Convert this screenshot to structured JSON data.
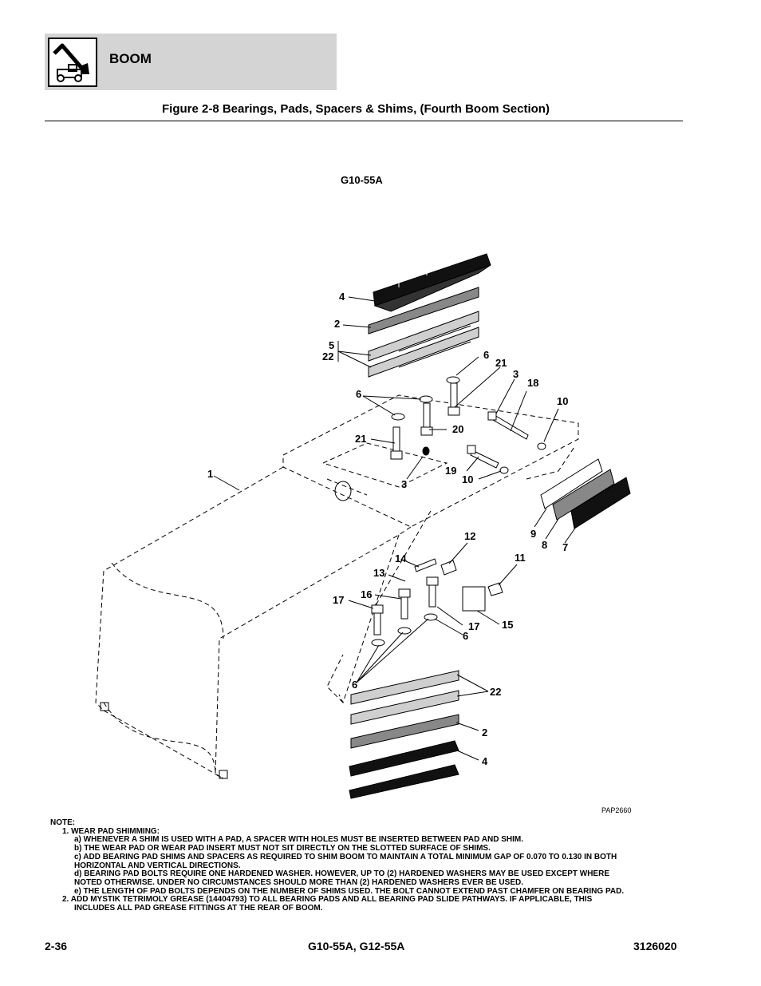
{
  "header": {
    "section_title": "BOOM",
    "logo_icon": "telehandler-boom-icon"
  },
  "figure": {
    "title": "Figure 2-8 Bearings, Pads, Spacers & Shims, (Fourth Boom Section)",
    "model": "G10-55A",
    "drawing_id": "PAP2660",
    "callouts": {
      "c1": "1",
      "c2a": "2",
      "c2b": "2",
      "c3a": "3",
      "c3b": "3",
      "c4a": "4",
      "c4b": "4",
      "c5": "5",
      "c6a": "6",
      "c6b": "6",
      "c6c": "6",
      "c6d": "6",
      "c7": "7",
      "c8": "8",
      "c9": "9",
      "c10a": "10",
      "c10b": "10",
      "c11": "11",
      "c12": "12",
      "c13": "13",
      "c14": "14",
      "c15": "15",
      "c16": "16",
      "c17a": "17",
      "c17b": "17",
      "c18": "18",
      "c19": "19",
      "c20": "20",
      "c21a": "21",
      "c21b": "21",
      "c22a": "22",
      "c22b": "22"
    }
  },
  "notes": {
    "heading": "NOTE:",
    "item1": "1. WEAR PAD SHIMMING:",
    "a": "a) WHENEVER A SHIM IS USED WITH A PAD, A SPACER WITH HOLES MUST BE INSERTED BETWEEN PAD AND SHIM.",
    "b": "b) THE WEAR PAD OR WEAR PAD INSERT MUST NOT SIT DIRECTLY ON THE SLOTTED SURFACE OF SHIMS.",
    "c_line1": "c) ADD BEARING PAD SHIMS AND SPACERS AS REQUIRED TO SHIM BOOM TO MAINTAIN A TOTAL MINIMUM GAP OF 0.070 TO 0.130 IN BOTH",
    "c_line2": "HORIZONTAL AND VERTICAL DIRECTIONS.",
    "d_line1": "d) BEARING PAD BOLTS REQUIRE ONE HARDENED WASHER. HOWEVER, UP TO (2) HARDENED WASHERS MAY BE USED EXCEPT WHERE",
    "d_line2": "NOTED OTHERWISE. UNDER NO CIRCUMSTANCES SHOULD MORE THAN (2) HARDENED WASHERS EVER BE USED.",
    "e": "e) THE LENGTH OF PAD BOLTS DEPENDS ON THE NUMBER OF SHIMS USED. THE BOLT CANNOT EXTEND PAST CHAMFER ON BEARING PAD.",
    "item2_line1": "2. ADD MYSTIK TETRIMOLY GREASE (14404793) TO ALL BEARING PADS AND ALL BEARING PAD SLIDE PATHWAYS. IF APPLICABLE, THIS",
    "item2_line2": "INCLUDES ALL PAD GREASE FITTINGS AT THE REAR OF BOOM."
  },
  "footer": {
    "page_number": "2-36",
    "models": "G10-55A, G12-55A",
    "doc_number": "3126020"
  }
}
